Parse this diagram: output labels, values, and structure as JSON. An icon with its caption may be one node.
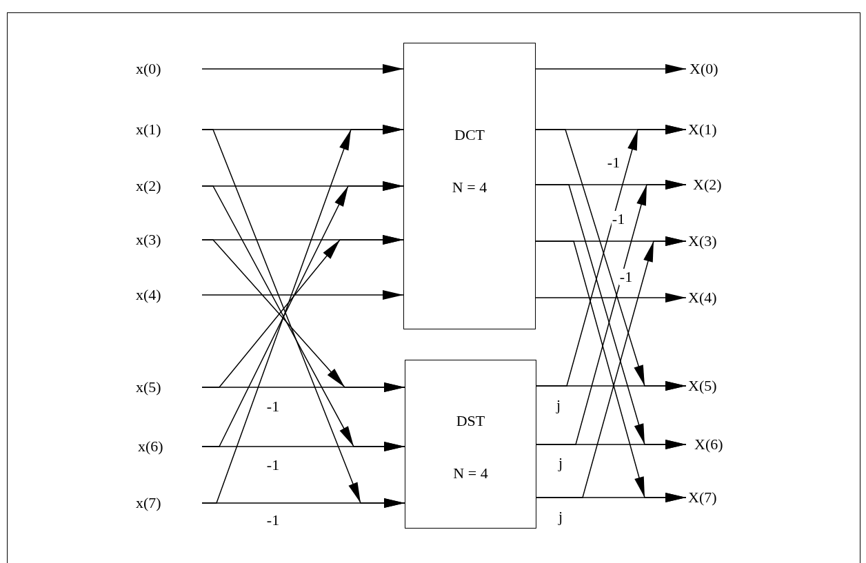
{
  "diagram": {
    "nodes": [
      {
        "text": [
          "x(0)"
        ]
      },
      {
        "text": [
          "x(1)"
        ]
      },
      {
        "text": [
          "x(2)"
        ]
      },
      {
        "text": [
          "x(3)"
        ]
      },
      {
        "text": [
          "x(4)"
        ]
      },
      {
        "text": [
          "x(5)"
        ]
      },
      {
        "text": [
          "x(6)"
        ]
      },
      {
        "text": [
          "x(7)"
        ]
      },
      {
        "text": [
          "DCT",
          "N = 4"
        ]
      },
      {
        "text": [
          "DST",
          "N = 4"
        ]
      },
      {
        "text": [
          "X(0)"
        ]
      },
      {
        "text": [
          "X(1)"
        ]
      },
      {
        "text": [
          "X(2)"
        ]
      },
      {
        "text": [
          "X(3)"
        ]
      },
      {
        "text": [
          "X(4)"
        ]
      },
      {
        "text": [
          "X(5)"
        ]
      },
      {
        "text": [
          "X(6)"
        ]
      },
      {
        "text": [
          "X(7)"
        ]
      }
    ],
    "edges": [
      {
        "from": 0,
        "to": 8,
        "arrow": "to"
      },
      {
        "from": 1,
        "to": 8,
        "arrow": "to"
      },
      {
        "from": 2,
        "to": 8,
        "arrow": "to"
      },
      {
        "from": 3,
        "to": 8,
        "arrow": "to"
      },
      {
        "from": 4,
        "to": 8,
        "arrow": "to"
      },
      {
        "from": 5,
        "to": 9,
        "arrow": "to",
        "label": "-1"
      },
      {
        "from": 6,
        "to": 9,
        "arrow": "to",
        "label": "-1"
      },
      {
        "from": 7,
        "to": 9,
        "arrow": "to",
        "label": "-1"
      },
      {
        "from": 8,
        "to": 10,
        "arrow": "to"
      },
      {
        "from": 8,
        "to": 11,
        "arrow": "to"
      },
      {
        "from": 8,
        "to": 12,
        "arrow": "to"
      },
      {
        "from": 8,
        "to": 13,
        "arrow": "to"
      },
      {
        "from": 8,
        "to": 14,
        "arrow": "to"
      },
      {
        "from": 9,
        "to": 15,
        "arrow": "to",
        "label": "j"
      },
      {
        "from": 9,
        "to": 16,
        "arrow": "to",
        "label": "j"
      },
      {
        "from": 9,
        "to": 17,
        "arrow": "to",
        "label": "j"
      },
      {
        "from": 1,
        "to": 9,
        "arrow": "to"
      },
      {
        "from": 2,
        "to": 9,
        "arrow": "to"
      },
      {
        "from": 3,
        "to": 9,
        "arrow": "to"
      },
      {
        "from": 5,
        "to": 8,
        "arrow": "to"
      },
      {
        "from": 6,
        "to": 8,
        "arrow": "to"
      },
      {
        "from": 7,
        "to": 8,
        "arrow": "to"
      },
      {
        "from": 8,
        "to": 15,
        "arrow": "to"
      },
      {
        "from": 8,
        "to": 16,
        "arrow": "to"
      },
      {
        "from": 8,
        "to": 17,
        "arrow": "to"
      },
      {
        "from": 9,
        "to": 11,
        "arrow": "to",
        "label": "-1"
      },
      {
        "from": 9,
        "to": 12,
        "arrow": "to",
        "label": "-1"
      },
      {
        "from": 9,
        "to": 13,
        "arrow": "to",
        "label": "-1"
      }
    ]
  }
}
